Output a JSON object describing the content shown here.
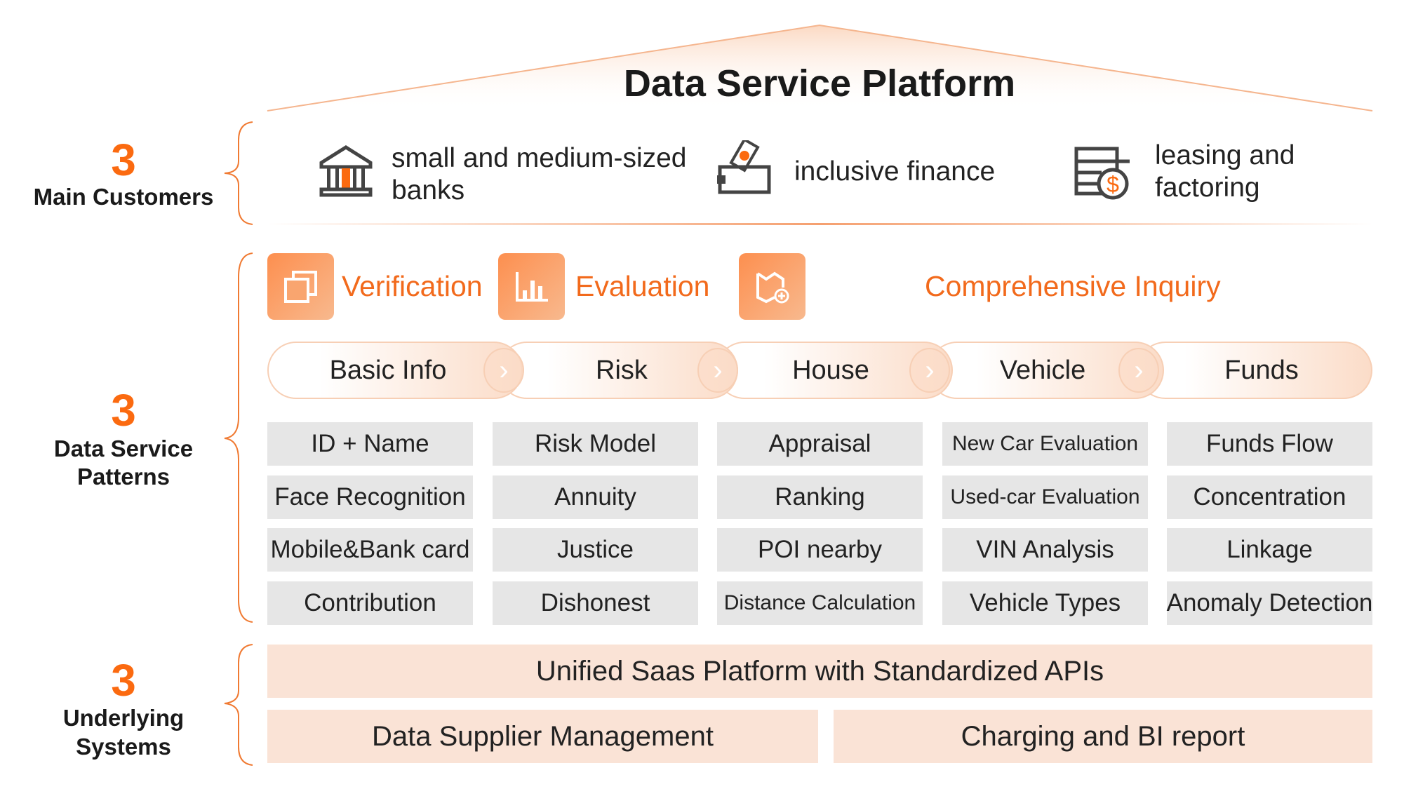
{
  "title": "Data Service Platform",
  "sections": [
    {
      "count": "3",
      "label": [
        "Main Customers"
      ]
    },
    {
      "count": "3",
      "label": [
        "Data Service",
        "Patterns"
      ]
    },
    {
      "count": "3",
      "label": [
        "Underlying",
        "Systems"
      ]
    }
  ],
  "customers": [
    {
      "icon": "bank-icon",
      "lines": [
        "small and medium-sized",
        "banks"
      ]
    },
    {
      "icon": "wallet-icon",
      "lines": [
        "inclusive finance"
      ]
    },
    {
      "icon": "ledger-dollar-icon",
      "lines": [
        "leasing and",
        "factoring"
      ]
    }
  ],
  "patterns": [
    {
      "icon": "verification-icon",
      "label": "Verification"
    },
    {
      "icon": "bar-chart-icon",
      "label": "Evaluation"
    },
    {
      "icon": "map-plus-icon",
      "label": "Comprehensive Inquiry"
    }
  ],
  "categories": [
    "Basic Info",
    "Risk",
    "House",
    "Vehicle",
    "Funds"
  ],
  "grid": [
    [
      "ID + Name",
      "Face Recognition",
      "Mobile&Bank card",
      "Contribution"
    ],
    [
      "Risk Model",
      "Annuity",
      "Justice",
      "Dishonest"
    ],
    [
      "Appraisal",
      "Ranking",
      "POI nearby",
      "Distance Calculation"
    ],
    [
      "New Car Evaluation",
      "Used-car Evaluation",
      "VIN Analysis",
      "Vehicle Types"
    ],
    [
      "Funds Flow",
      "Concentration",
      "Linkage",
      "Anomaly Detection"
    ]
  ],
  "systems": {
    "top": "Unified Saas Platform with Standardized APIs",
    "left": "Data Supplier Management",
    "right": "Charging and BI report"
  },
  "colors": {
    "accent": "#fb6a10",
    "cell": "#e6e6e6",
    "system": "#fae3d6"
  }
}
